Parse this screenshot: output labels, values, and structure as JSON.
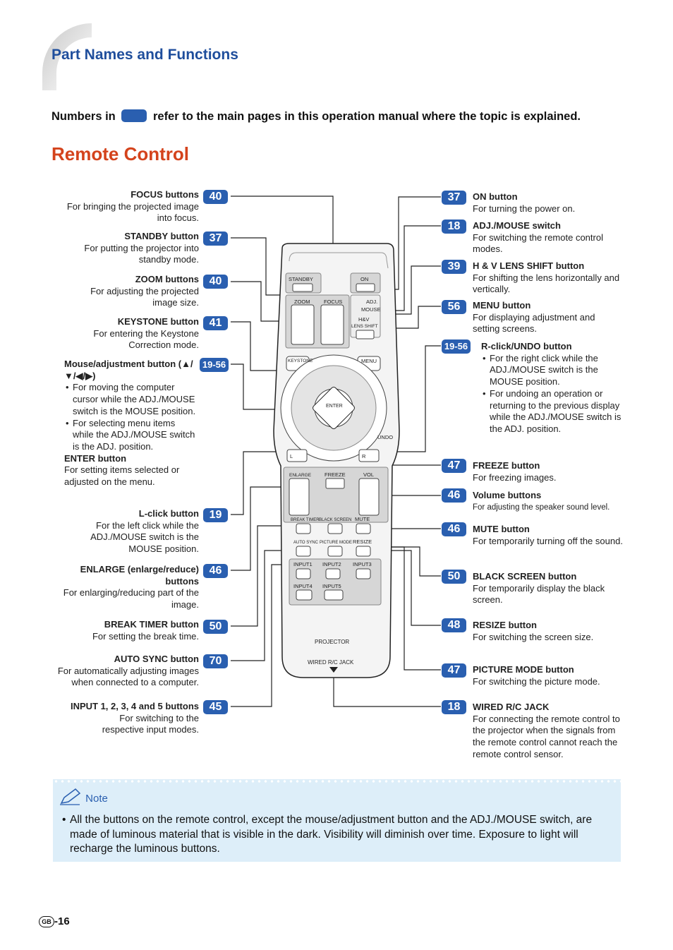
{
  "header": {
    "section_title": "Part Names and Functions"
  },
  "intro": {
    "before": "Numbers in",
    "after": "refer to the main pages in this operation manual where the topic is explained."
  },
  "title": "Remote Control",
  "left_labels": [
    {
      "page": "40",
      "name": "FOCUS buttons",
      "desc": "For bringing the projected image into focus."
    },
    {
      "page": "37",
      "name": "STANDBY button",
      "desc": "For putting the projector into standby mode."
    },
    {
      "page": "40",
      "name": "ZOOM buttons",
      "desc": "For adjusting the projected image size."
    },
    {
      "page": "41",
      "name": "KEYSTONE button",
      "desc": "For entering the Keystone Correction mode."
    },
    {
      "page": "19-56",
      "name": "Mouse/adjustment button (▲/▼/◀/▶)",
      "bullets": [
        "For moving the computer cursor while the ADJ./MOUSE switch is the MOUSE position.",
        "For selecting menu items while the ADJ./MOUSE switch is the ADJ. position."
      ],
      "sub_name": "ENTER button",
      "sub_desc": "For setting items selected or adjusted on the menu."
    },
    {
      "page": "19",
      "name": "L-click button",
      "desc": "For the left click while the ADJ./MOUSE switch is the MOUSE position."
    },
    {
      "page": "46",
      "name": "ENLARGE (enlarge/reduce) buttons",
      "desc": "For enlarging/reducing part of the image."
    },
    {
      "page": "50",
      "name": "BREAK TIMER button",
      "desc": "For setting the break time."
    },
    {
      "page": "70",
      "name": "AUTO SYNC button",
      "desc": "For automatically adjusting images when connected to a computer."
    },
    {
      "page": "45",
      "name": "INPUT 1, 2, 3, 4 and 5 buttons",
      "desc": "For switching to the respective input modes."
    }
  ],
  "right_labels": [
    {
      "page": "37",
      "name": "ON button",
      "desc": "For turning the power on."
    },
    {
      "page": "18",
      "name": "ADJ./MOUSE switch",
      "desc": "For switching the remote control modes."
    },
    {
      "page": "39",
      "name": "H & V LENS SHIFT button",
      "desc": "For shifting the lens horizontally and vertically."
    },
    {
      "page": "56",
      "name": "MENU button",
      "desc": "For displaying adjustment and setting screens."
    },
    {
      "page": "19-56",
      "name": "R-click/UNDO button",
      "bullets": [
        "For the right click while the ADJ./MOUSE switch is the MOUSE position.",
        "For undoing an operation or returning to the previous display while the ADJ./MOUSE switch is the ADJ. position."
      ]
    },
    {
      "page": "47",
      "name": "FREEZE button",
      "desc": "For freezing images."
    },
    {
      "page": "46",
      "name": "Volume buttons",
      "desc": "For adjusting the speaker sound level."
    },
    {
      "page": "46",
      "name": "MUTE button",
      "desc": "For temporarily turning off the sound."
    },
    {
      "page": "50",
      "name": "BLACK SCREEN button",
      "desc": "For temporarily display the black screen."
    },
    {
      "page": "48",
      "name": "RESIZE button",
      "desc": "For switching the screen size."
    },
    {
      "page": "47",
      "name": "PICTURE MODE button",
      "desc": "For switching the picture mode."
    },
    {
      "page": "18",
      "name": "WIRED R/C JACK",
      "desc": "For connecting the remote control to the projector when the signals from the remote control cannot reach the remote control sensor."
    }
  ],
  "remote": {
    "standby": "STANDBY",
    "on": "ON",
    "zoom": "ZOOM",
    "focus": "FOCUS",
    "adj": "ADJ.",
    "mouse": "MOUSE",
    "hv": "H&V",
    "lens_shift": "LENS SHIFT",
    "keystone": "KEYSTONE",
    "menu": "MENU",
    "enter": "ENTER",
    "undo": "UNDO",
    "l": "L",
    "r": "R",
    "enlarge": "ENLARGE",
    "freeze": "FREEZE",
    "vol": "VOL",
    "break_timer": "BREAK TIMER",
    "black_screen": "BLACK SCREEN",
    "mute": "MUTE",
    "auto_sync": "AUTO SYNC",
    "picture_mode": "PICTURE MODE",
    "resize": "RESIZE",
    "input1": "INPUT1",
    "input2": "INPUT2",
    "input3": "INPUT3",
    "input4": "INPUT4",
    "input5": "INPUT5",
    "projector": "PROJECTOR",
    "wired_jack": "WIRED R/C JACK"
  },
  "note": {
    "heading": "Note",
    "text": "All the buttons on the remote control, except the mouse/adjustment button and the ADJ./MOUSE switch, are made of luminous material that is visible in the dark. Visibility will diminish over time. Exposure to light will recharge the luminous buttons."
  },
  "footer": {
    "badge": "GB",
    "page": "-16"
  },
  "colors": {
    "accent": "#2a5fb0",
    "title": "#d4431c",
    "note_bg": "#ddeef9"
  }
}
